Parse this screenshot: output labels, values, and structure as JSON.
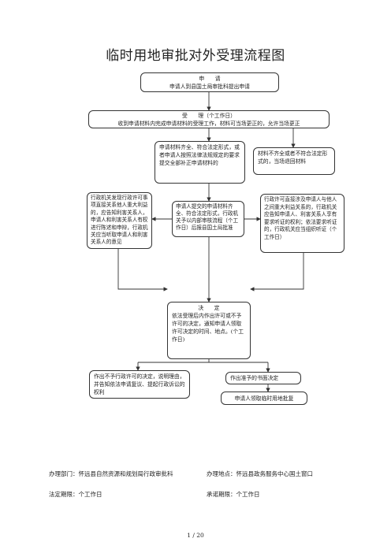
{
  "title": "临时用地审批对外受理流程图",
  "apply": {
    "heading": "申　　请",
    "text": "申请人到县国土局审批科提出申请"
  },
  "accept": {
    "heading": "受　　理（个工作日）",
    "text": "收到申请材料内完成申请材料的受理工作，材料可当场更正的，允许当场更正"
  },
  "complete": "申请材料齐全、符合法定形式，或者申请人按照法律法规规定的要求提交全部补正申请材料的",
  "incomplete": "材料不齐全或者不符合法定形式的，当场退回材料",
  "left_note": "行政机关发现行政许可事项直接关系他人重大利益的，应告知利害关系人，申请人和利害关系人有权进行陈述和申辩，行政机关应当听取申请人和利害关系人的意见",
  "review": "申请人提交的申请材料齐全、符合法定形式，行政机关予以内部审核流程（个工作日）后报县国土局批准",
  "right_note": "行政许可直接涉及申请人与他人之间重大利益关系的，行政机关应告知申请人、利害关系人享有要求听证的权利；依法要求听证的，行政机关应当组织听证（个工作日）",
  "decision": {
    "heading": "决　　定",
    "text": "依法受理后内作出许可或不予许可的决定，通知申请人领取许可决定的时间、地点。(个工作日)"
  },
  "deny": "作出不予行政许可的决定，说明理由，并告知依法申请复议、提起行政诉讼的权利",
  "approve": "作出准予的书面决定",
  "collect": "申请人领取临时用地批复",
  "footer": {
    "dept": "办理部门：怀远县自然资源和规划局行政审批科",
    "location": "办理地点：怀远县政务服务中心国土窗口",
    "legal_limit": "法定期限：个工作日",
    "promise_limit": "承诺期限：个工作日"
  },
  "page": "1 / 20"
}
